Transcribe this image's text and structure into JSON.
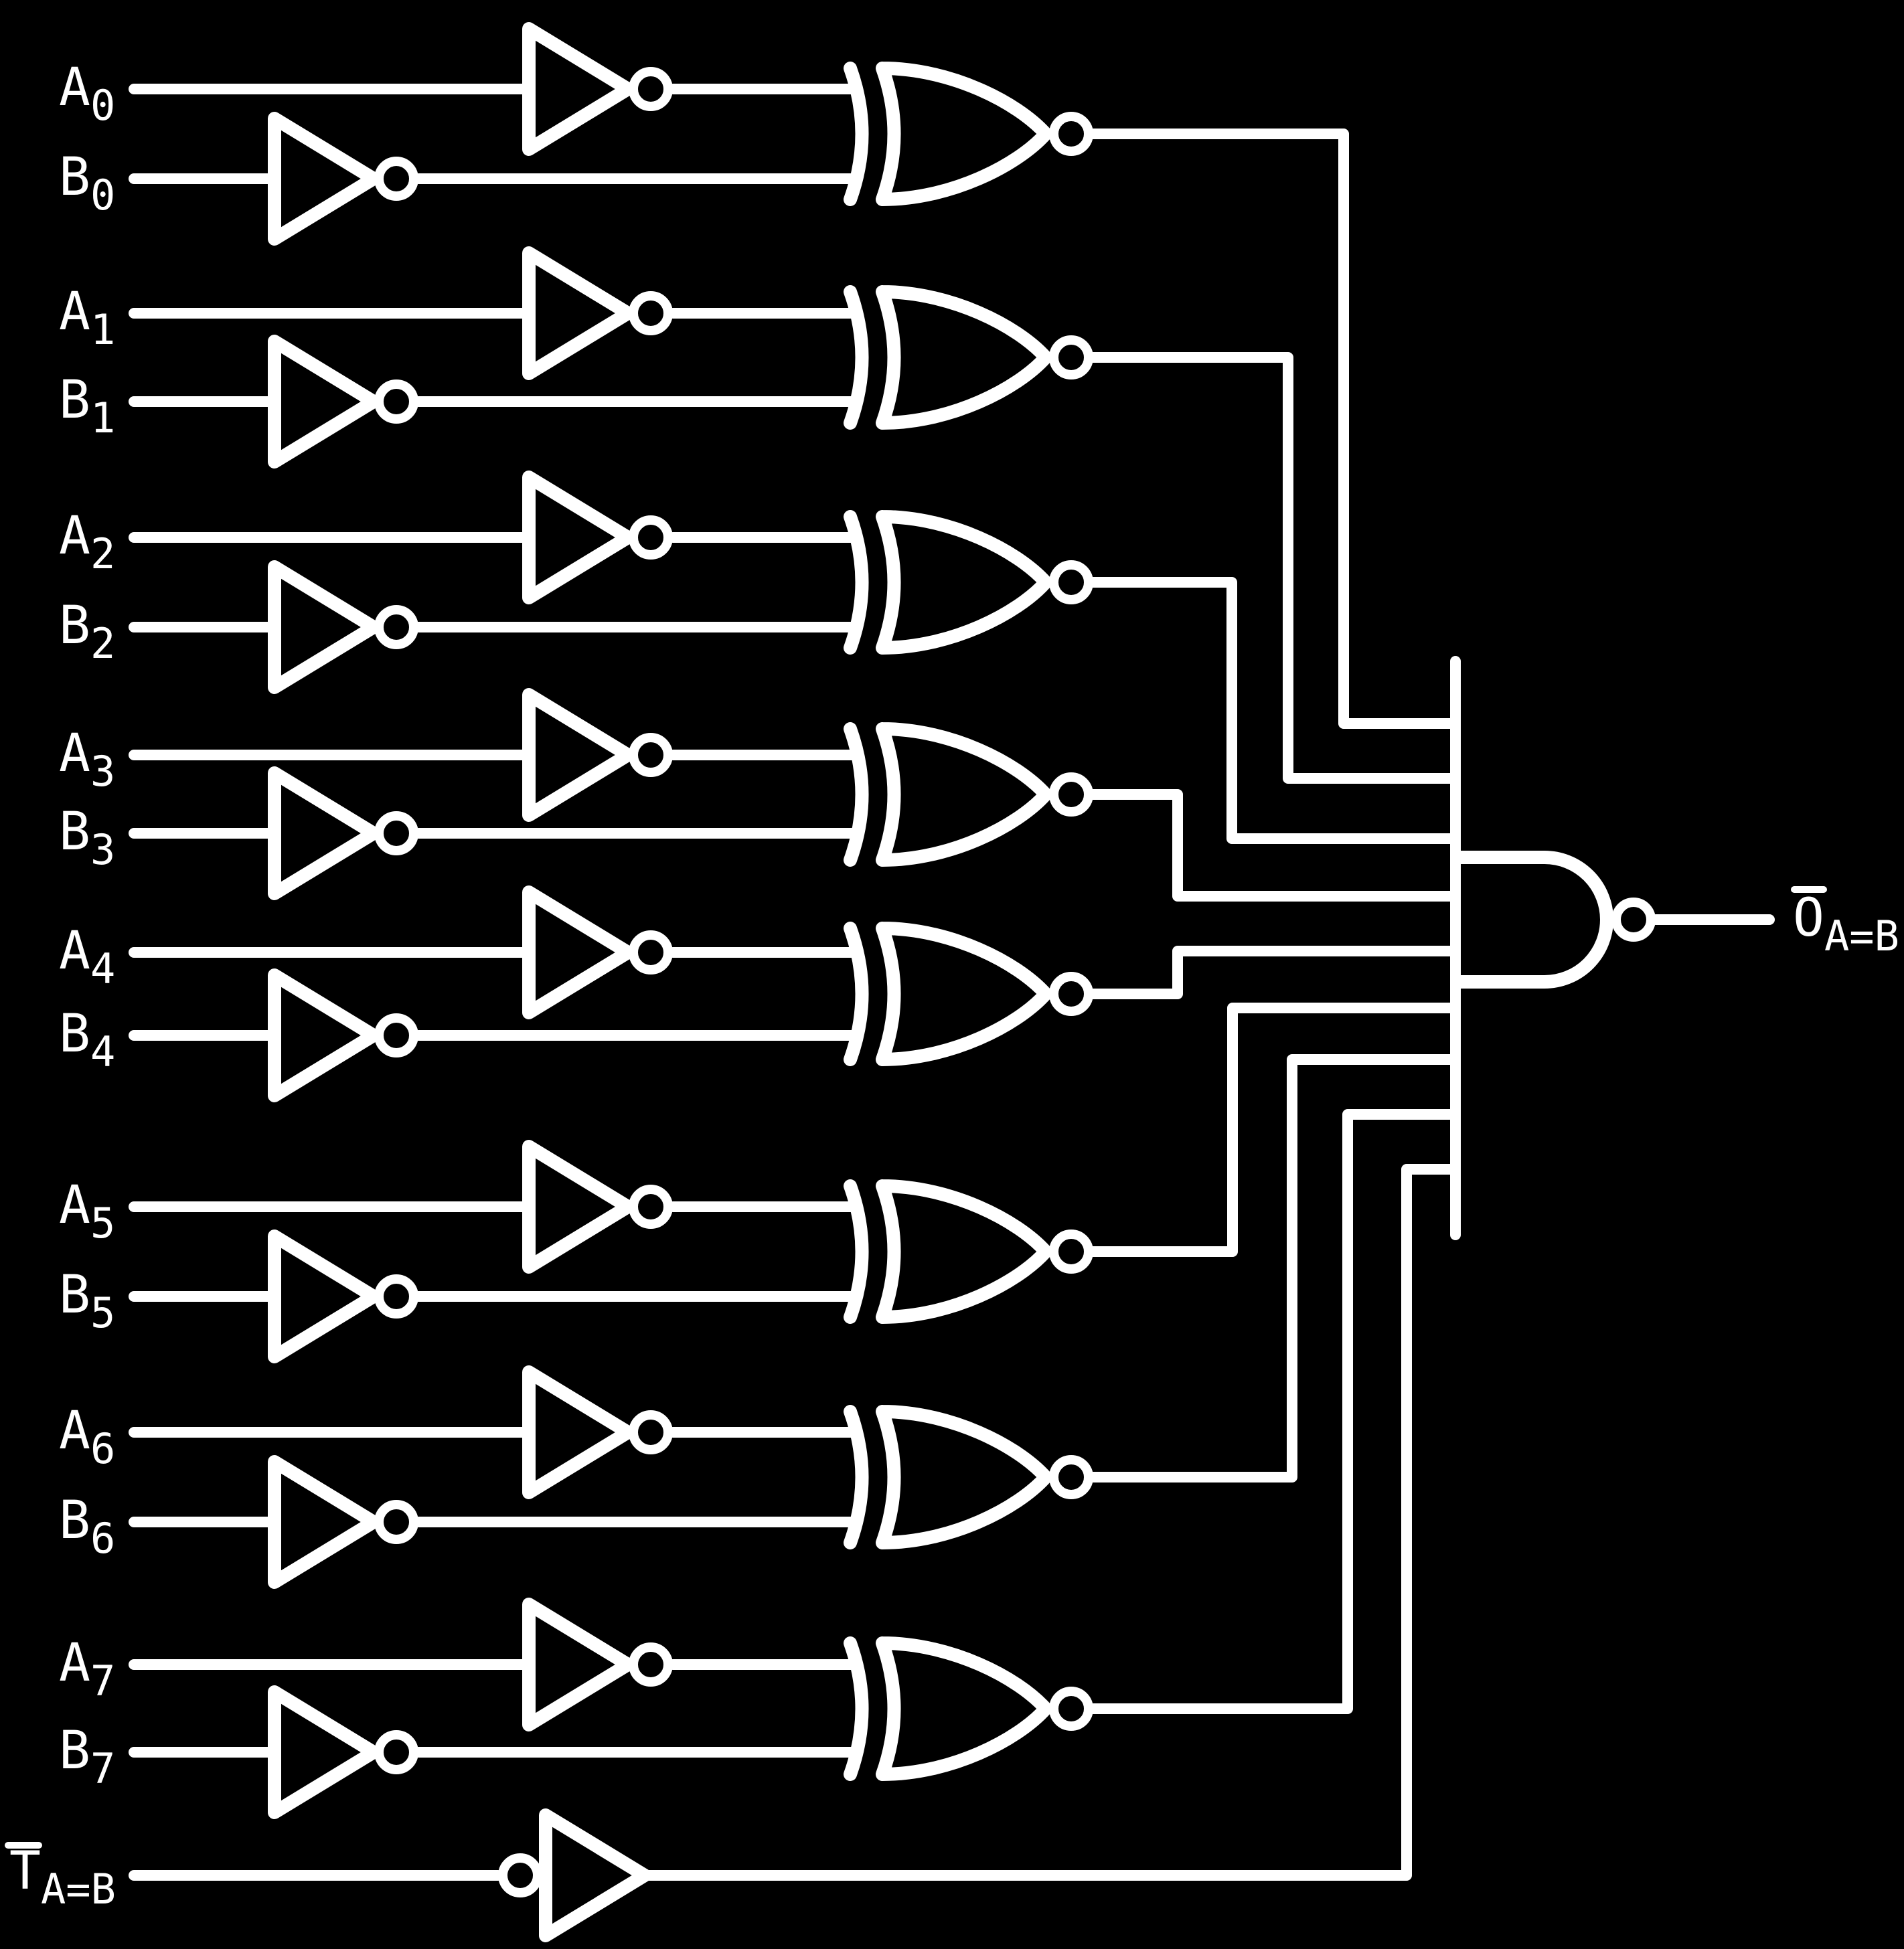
{
  "colors": {
    "background": "#000000",
    "line": "#ffffff"
  },
  "diagram_type": "logic-circuit",
  "rows": [
    {
      "a": "A",
      "a_sub": "0",
      "b": "B",
      "b_sub": "0"
    },
    {
      "a": "A",
      "a_sub": "1",
      "b": "B",
      "b_sub": "1"
    },
    {
      "a": "A",
      "a_sub": "2",
      "b": "B",
      "b_sub": "2"
    },
    {
      "a": "A",
      "a_sub": "3",
      "b": "B",
      "b_sub": "3"
    },
    {
      "a": "A",
      "a_sub": "4",
      "b": "B",
      "b_sub": "4"
    },
    {
      "a": "A",
      "a_sub": "5",
      "b": "B",
      "b_sub": "5"
    },
    {
      "a": "A",
      "a_sub": "6",
      "b": "B",
      "b_sub": "6"
    },
    {
      "a": "A",
      "a_sub": "7",
      "b": "B",
      "b_sub": "7"
    }
  ],
  "enable": {
    "name": "T",
    "sub": "A=B",
    "overbar": true
  },
  "output": {
    "name": "O",
    "sub": "A=B",
    "overbar": true
  },
  "components": {
    "per_bit_input_gates": "NOT inverter with output bubble on each A and B line",
    "per_bit_compare_gate": "XNOR (XOR body with output bubble)",
    "enable_gate": "NOT inverter with input bubble",
    "combining_gate": "9-input NAND with extended input bus and output bubble"
  }
}
